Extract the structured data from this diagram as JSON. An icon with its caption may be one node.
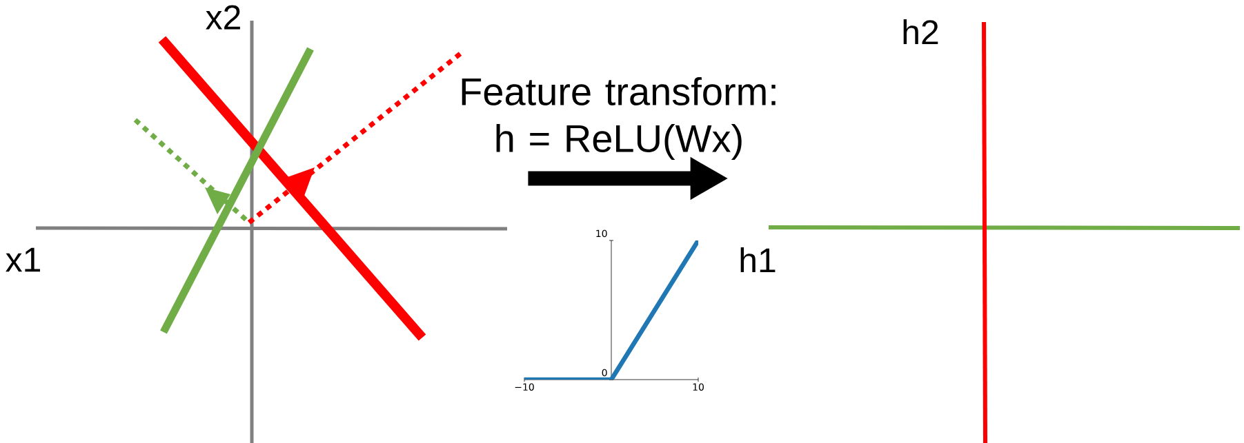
{
  "diagram": {
    "nodes": [
      {
        "text": [],
        "shape": "picture"
      },
      {
        "text": [],
        "shape": "picture"
      }
    ],
    "edges": [
      {
        "from": 0,
        "to": 1,
        "arrow": "to",
        "label": "Feature transform: h = ReLU(Wx)"
      }
    ],
    "labels": [
      "x2",
      "x1",
      "h2",
      "h1"
    ],
    "chart_data": {
      "type": "line",
      "x": [
        -10,
        0,
        10
      ],
      "series": [
        {
          "color": "#1f77b4",
          "values": [
            0,
            0,
            10
          ]
        }
      ],
      "xlim": [
        -10,
        10
      ],
      "ylim": [
        0,
        10
      ],
      "xticks": [
        {
          "value": -10,
          "label": "−10"
        },
        {
          "value": 10,
          "label": "10"
        }
      ],
      "yticks": [
        {
          "value": 0,
          "label": "0"
        },
        {
          "value": 10,
          "label": "10"
        }
      ]
    }
  }
}
